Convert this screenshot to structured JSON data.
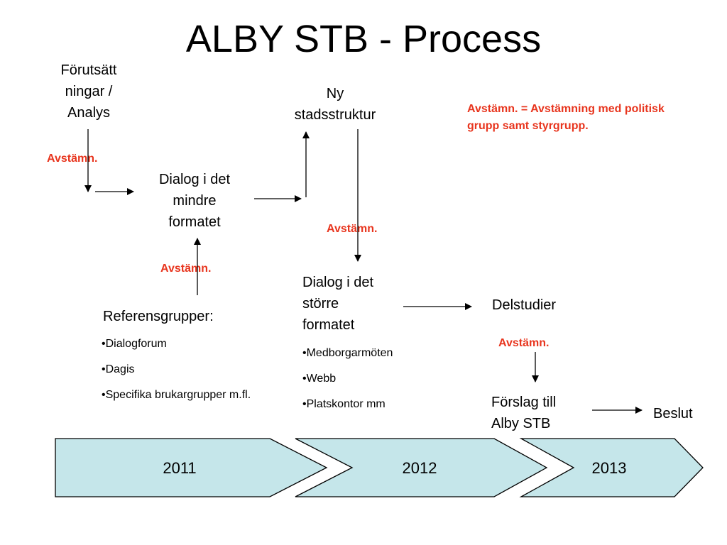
{
  "title": "ALBY STB - Process",
  "legend": "Avstämn. = Avstämning med politisk grupp samt styrgrupp.",
  "avstamn_label": "Avstämn.",
  "nodes": {
    "forutsattningar": [
      "Förutsätt",
      "ningar /",
      "Analys"
    ],
    "dialog_mindre": [
      "Dialog i det",
      "mindre",
      "formatet"
    ],
    "ny_stadsstruktur": [
      "Ny",
      "stadsstruktur"
    ],
    "dialog_storre": [
      "Dialog i det",
      "större",
      "formatet"
    ],
    "delstudier": "Delstudier",
    "forslag": [
      "Förslag till",
      "Alby STB"
    ],
    "beslut": "Beslut"
  },
  "referensgrupper": {
    "heading": "Referensgrupper:",
    "items": [
      "•Dialogforum",
      "•Dagis",
      "•Specifika brukargrupper m.fl."
    ]
  },
  "dialog_storre_items": [
    "•Medborgarmöten",
    "•Webb",
    "•Platskontor mm"
  ],
  "timeline": {
    "years": [
      "2011",
      "2012",
      "2013"
    ],
    "fill_color": "#c5e6ea",
    "stroke_color": "#000000"
  },
  "colors": {
    "accent_red": "#e8351e"
  }
}
